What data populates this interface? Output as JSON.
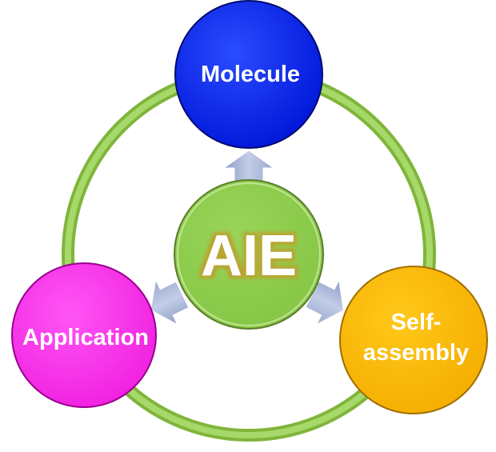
{
  "center": {
    "label": "AIE",
    "color": "#92d050"
  },
  "nodes": [
    {
      "id": "molecule",
      "lines": [
        "Molecule"
      ],
      "color": "#0a28ff"
    },
    {
      "id": "self-assembly",
      "lines": [
        "Self-",
        "assembly"
      ],
      "color": "#ffc000"
    },
    {
      "id": "application",
      "lines": [
        "Application"
      ],
      "color": "#ff3cf0"
    }
  ],
  "ring_color": "#8cc63f",
  "arrow_color": "#a9b7d9"
}
